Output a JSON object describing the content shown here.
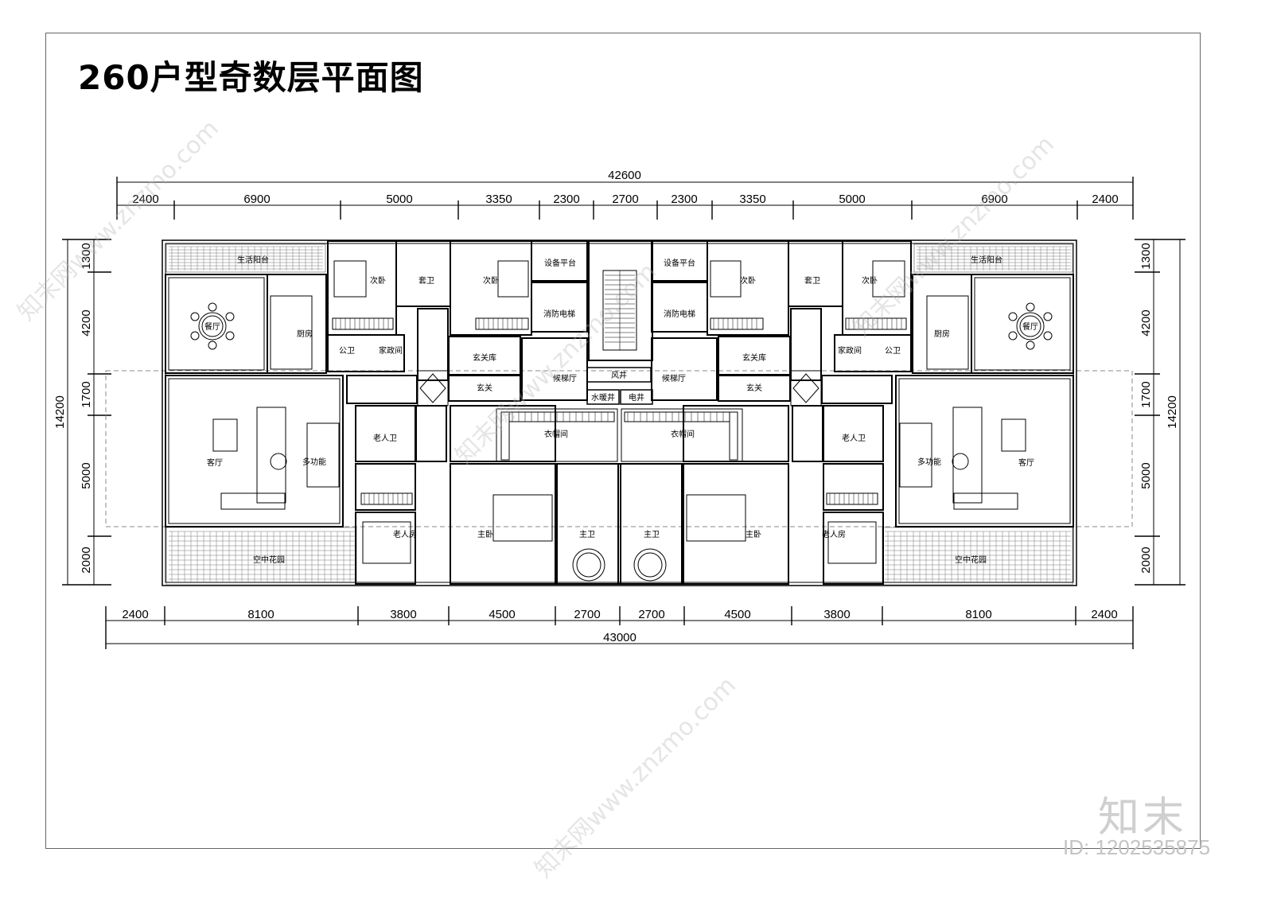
{
  "title": "260户型奇数层平面图",
  "top_dims": {
    "overall": "42600",
    "segments": [
      "2400",
      "6900",
      "5000",
      "3350",
      "2300",
      "2700",
      "2300",
      "3350",
      "5000",
      "6900",
      "2400"
    ]
  },
  "bottom_dims": {
    "overall": "43000",
    "segments": [
      "2400",
      "8100",
      "3800",
      "4500",
      "2700",
      "2700",
      "4500",
      "3800",
      "8100",
      "2400"
    ]
  },
  "left_dims": {
    "overall": "14200",
    "segments": [
      "1300",
      "4200",
      "1700",
      "5000",
      "2000"
    ]
  },
  "right_dims": {
    "overall": "14200",
    "segments": [
      "1300",
      "4200",
      "1700",
      "5000",
      "2000"
    ]
  },
  "rooms": {
    "balcony_l": "生活阳台",
    "dining_l": "餐厅",
    "kitchen_l": "厨房",
    "living_l": "客厅",
    "multi_l": "多功能",
    "garden_l": "空中花园",
    "bed2a_l": "次卧",
    "ensuite_l": "套卫",
    "bed2b_l": "次卧",
    "pubbath_l": "公卫",
    "house_l": "家政间",
    "foyer_store_l": "玄关库",
    "foyer_l": "玄关",
    "elder_bath_l": "老人卫",
    "elder_room_l": "老人房",
    "master_l": "主卧",
    "master_bath_l": "主卫",
    "closet_l": "衣帽间",
    "equip_l": "设备平台",
    "fire_lift_l": "消防电梯",
    "lobby_l": "候梯厅",
    "balcony_r": "生活阳台",
    "dining_r": "餐厅",
    "kitchen_r": "厨房",
    "living_r": "客厅",
    "multi_r": "多功能",
    "garden_r": "空中花园",
    "bed2a_r": "次卧",
    "ensuite_r": "套卫",
    "bed2b_r": "次卧",
    "pubbath_r": "公卫",
    "house_r": "家政间",
    "foyer_store_r": "玄关库",
    "foyer_r": "玄关",
    "elder_bath_r": "老人卫",
    "elder_room_r": "老人房",
    "master_r": "主卧",
    "master_bath_r": "主卫",
    "closet_r": "衣帽间",
    "equip_r": "设备平台",
    "fire_lift_r": "消防电梯",
    "lobby_r": "候梯厅",
    "air_shaft": "风井",
    "water_shaft": "水暖井",
    "elec_shaft": "电井"
  },
  "brand": "知末",
  "image_id": "ID: 1202535875",
  "watermark_text": "知末网www.znzmo.com"
}
